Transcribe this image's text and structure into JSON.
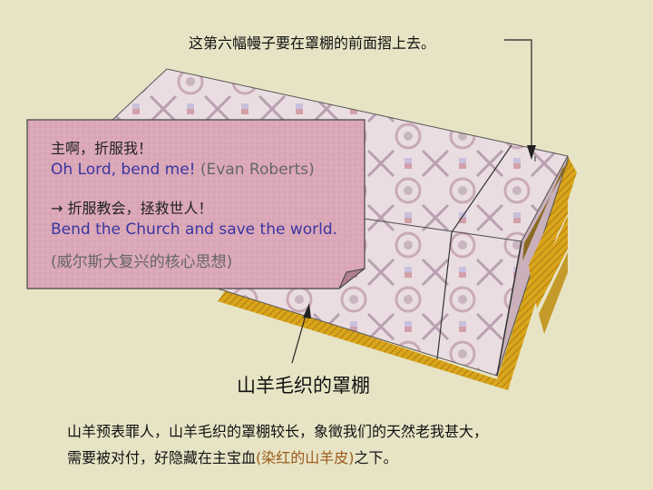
{
  "top_caption": "这第六幅幔子要在罩棚的前面摺上去。",
  "callout": {
    "line1": "主啊，折服我！",
    "line2_english": "Oh Lord, bend me!",
    "line2_attribution": "(Evan Roberts)",
    "line3": "→ 折服教会，拯救世人！",
    "line4": "Bend the Church and save the world.",
    "line5": "(威尔斯大复兴的核心思想)"
  },
  "tent_label": "山羊毛织的罩棚",
  "description": {
    "line1": "山羊预表罪人，山羊毛织的罩棚较长，象徵我们的天然老我甚大，",
    "line2_prefix": "需要被对付，好隐藏在主宝血",
    "line2_highlight": "(染红的山羊皮)",
    "line2_suffix": "之下。"
  },
  "colors": {
    "background": "#e7e4c5",
    "callout_fill": "#dba8b8",
    "english_text": "#3a36a0",
    "highlight_text": "#9b5a1c",
    "gold_layer": "#d9a51a"
  }
}
